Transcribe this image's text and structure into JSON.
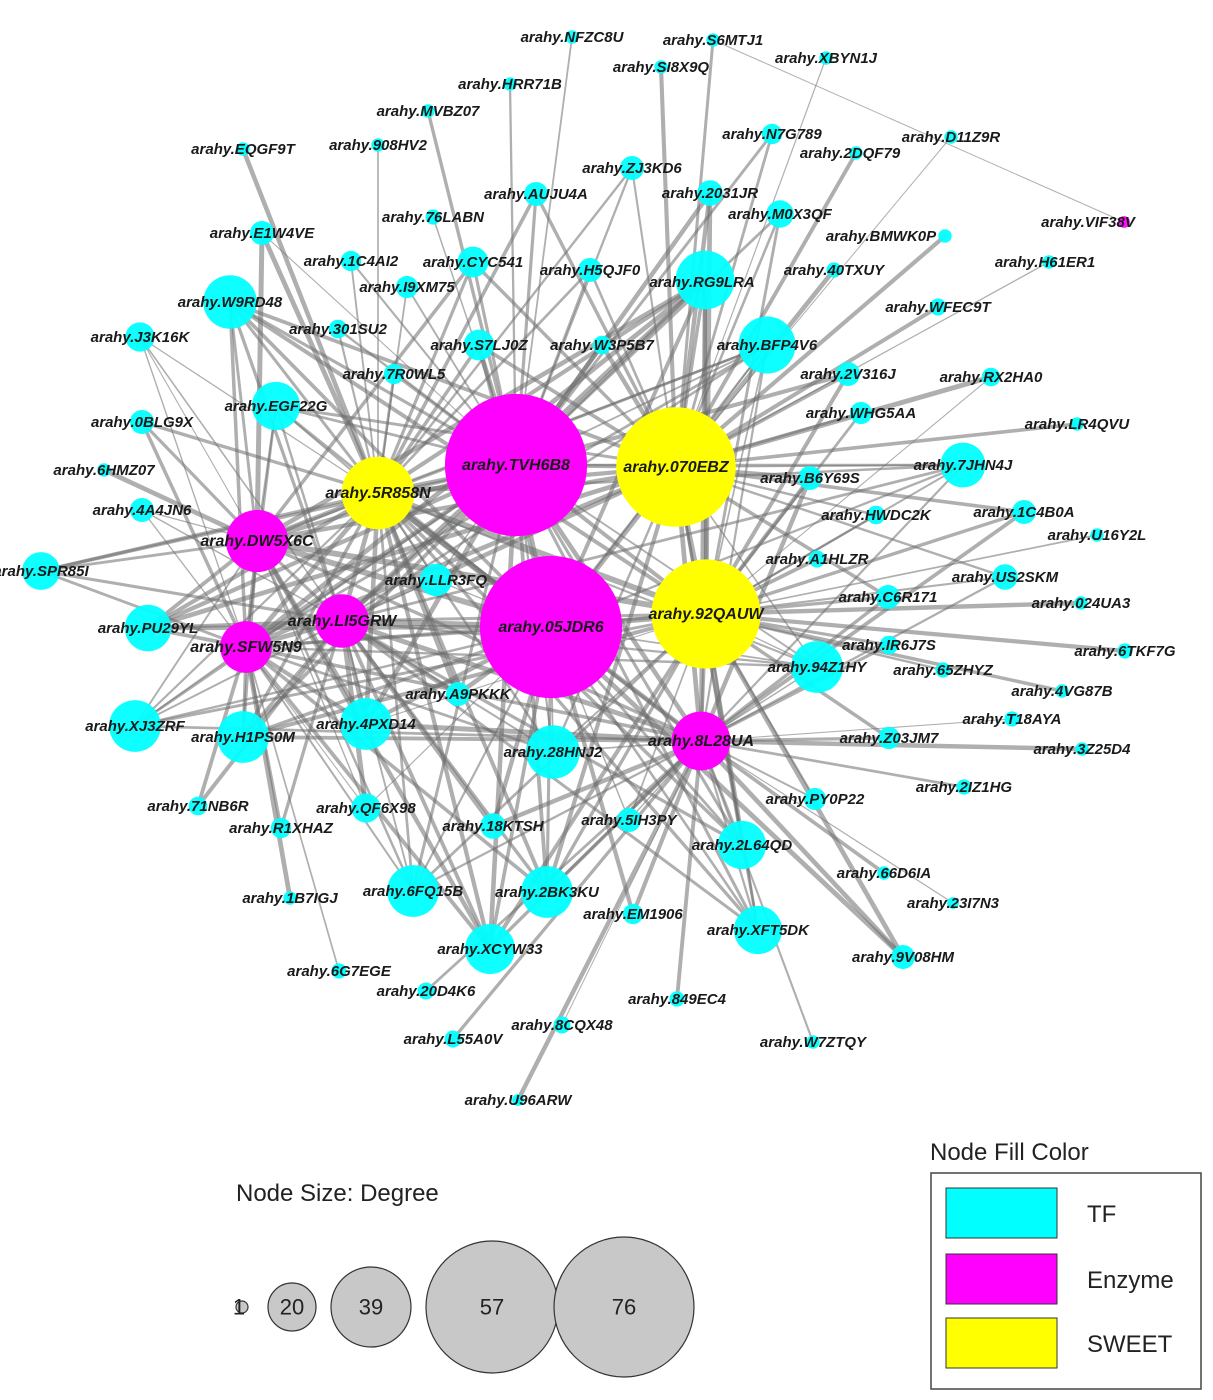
{
  "colors": {
    "TF": "#00FFFF",
    "Enzyme": "#FF00FF",
    "SWEET": "#FFFF00",
    "size_legend_fill": "#C8C8C8",
    "edge": "#6e6e6e"
  },
  "nodes": [
    {
      "id": "arahy.NFZC8U",
      "type": "TF",
      "degree": 2
    },
    {
      "id": "arahy.S6MTJ1",
      "type": "TF",
      "degree": 2
    },
    {
      "id": "arahy.SI8X9Q",
      "type": "TF",
      "degree": 2
    },
    {
      "id": "arahy.XBYN1J",
      "type": "TF",
      "degree": 2
    },
    {
      "id": "arahy.HRR71B",
      "type": "TF",
      "degree": 2
    },
    {
      "id": "arahy.MVBZ07",
      "type": "TF",
      "degree": 2
    },
    {
      "id": "arahy.EQGF9T",
      "type": "TF",
      "degree": 2
    },
    {
      "id": "arahy.908HV2",
      "type": "TF",
      "degree": 2
    },
    {
      "id": "arahy.N7G789",
      "type": "TF",
      "degree": 6
    },
    {
      "id": "arahy.2DQF79",
      "type": "TF",
      "degree": 2
    },
    {
      "id": "arahy.D11Z9R",
      "type": "TF",
      "degree": 2
    },
    {
      "id": "arahy.ZJ3KD6",
      "type": "TF",
      "degree": 8
    },
    {
      "id": "arahy.AUJU4A",
      "type": "TF",
      "degree": 8
    },
    {
      "id": "arahy.2031JR",
      "type": "TF",
      "degree": 9
    },
    {
      "id": "arahy.76LABN",
      "type": "TF",
      "degree": 3
    },
    {
      "id": "arahy.M0X3QF",
      "type": "TF",
      "degree": 10
    },
    {
      "id": "arahy.VIF38V",
      "type": "Enzyme",
      "degree": 1
    },
    {
      "id": "arahy.E1W4VE",
      "type": "TF",
      "degree": 8
    },
    {
      "id": "arahy.1C4AI2",
      "type": "TF",
      "degree": 6
    },
    {
      "id": "arahy.CYC541",
      "type": "TF",
      "degree": 12
    },
    {
      "id": "arahy.BMWK0P",
      "type": "TF",
      "degree": 2
    },
    {
      "id": "arahy.H61ER1",
      "type": "TF",
      "degree": 2
    },
    {
      "id": "arahy.H5QJF0",
      "type": "TF",
      "degree": 8
    },
    {
      "id": "arahy.RG9LRA",
      "type": "TF",
      "degree": 28
    },
    {
      "id": "arahy.40TXUY",
      "type": "TF",
      "degree": 3
    },
    {
      "id": "arahy.I9XM75",
      "type": "TF",
      "degree": 7
    },
    {
      "id": "arahy.W9RD48",
      "type": "TF",
      "degree": 25
    },
    {
      "id": "arahy.WFEC9T",
      "type": "TF",
      "degree": 4
    },
    {
      "id": "arahy.J3K16K",
      "type": "TF",
      "degree": 11
    },
    {
      "id": "arahy.301SU2",
      "type": "TF",
      "degree": 5
    },
    {
      "id": "arahy.S7LJ0Z",
      "type": "TF",
      "degree": 12
    },
    {
      "id": "arahy.W3P5B7",
      "type": "TF",
      "degree": 5
    },
    {
      "id": "arahy.BFP4V6",
      "type": "TF",
      "degree": 27
    },
    {
      "id": "arahy.7R0WL5",
      "type": "TF",
      "degree": 6
    },
    {
      "id": "arahy.2V316J",
      "type": "TF",
      "degree": 8
    },
    {
      "id": "arahy.RX2HA0",
      "type": "TF",
      "degree": 5
    },
    {
      "id": "arahy.EGF22G",
      "type": "TF",
      "degree": 22
    },
    {
      "id": "arahy.0BLG9X",
      "type": "TF",
      "degree": 8
    },
    {
      "id": "arahy.TVH6B8",
      "type": "Enzyme",
      "degree": 76
    },
    {
      "id": "arahy.070EBZ",
      "type": "SWEET",
      "degree": 63
    },
    {
      "id": "arahy.WHG5AA",
      "type": "TF",
      "degree": 7
    },
    {
      "id": "arahy.LR4QVU",
      "type": "TF",
      "degree": 2
    },
    {
      "id": "arahy.6HMZ07",
      "type": "TF",
      "degree": 2
    },
    {
      "id": "arahy.7JHN4J",
      "type": "TF",
      "degree": 20
    },
    {
      "id": "arahy.5R858N",
      "type": "SWEET",
      "degree": 36
    },
    {
      "id": "arahy.B6Y69S",
      "type": "TF",
      "degree": 8
    },
    {
      "id": "arahy.4A4JN6",
      "type": "TF",
      "degree": 8
    },
    {
      "id": "arahy.HWDC2K",
      "type": "TF",
      "degree": 5
    },
    {
      "id": "arahy.1C4B0A",
      "type": "TF",
      "degree": 8
    },
    {
      "id": "arahy.DW5X6C",
      "type": "Enzyme",
      "degree": 30
    },
    {
      "id": "arahy.U16Y2L",
      "type": "TF",
      "degree": 2
    },
    {
      "id": "arahy.SPR85I",
      "type": "TF",
      "degree": 16
    },
    {
      "id": "arahy.A1HLZR",
      "type": "TF",
      "degree": 4
    },
    {
      "id": "arahy.LLR3FQ",
      "type": "TF",
      "degree": 13
    },
    {
      "id": "arahy.US2SKM",
      "type": "TF",
      "degree": 9
    },
    {
      "id": "arahy.C6R171",
      "type": "TF",
      "degree": 8
    },
    {
      "id": "arahy.024UA3",
      "type": "TF",
      "degree": 2
    },
    {
      "id": "arahy.05JDR6",
      "type": "Enzyme",
      "degree": 76
    },
    {
      "id": "arahy.92QAUW",
      "type": "SWEET",
      "degree": 57
    },
    {
      "id": "arahy.PU29YL",
      "type": "TF",
      "degree": 21
    },
    {
      "id": "arahy.LI5GRW",
      "type": "Enzyme",
      "degree": 25
    },
    {
      "id": "arahy.SFW5N9",
      "type": "Enzyme",
      "degree": 24
    },
    {
      "id": "arahy.IR6J7S",
      "type": "TF",
      "degree": 5
    },
    {
      "id": "arahy.6TKF7G",
      "type": "TF",
      "degree": 3
    },
    {
      "id": "arahy.94Z1HY",
      "type": "TF",
      "degree": 24
    },
    {
      "id": "arahy.65ZHYZ",
      "type": "TF",
      "degree": 3
    },
    {
      "id": "arahy.4VG87B",
      "type": "TF",
      "degree": 2
    },
    {
      "id": "arahy.A9PKKK",
      "type": "TF",
      "degree": 8
    },
    {
      "id": "arahy.XJ3ZRF",
      "type": "TF",
      "degree": 24
    },
    {
      "id": "arahy.H1PS0M",
      "type": "TF",
      "degree": 24
    },
    {
      "id": "arahy.4PXD14",
      "type": "TF",
      "degree": 24
    },
    {
      "id": "arahy.T18AYA",
      "type": "TF",
      "degree": 3
    },
    {
      "id": "arahy.8L28UA",
      "type": "Enzyme",
      "degree": 28
    },
    {
      "id": "arahy.Z03JM7",
      "type": "TF",
      "degree": 7
    },
    {
      "id": "arahy.3Z25D4",
      "type": "TF",
      "degree": 2
    },
    {
      "id": "arahy.28HNJ2",
      "type": "TF",
      "degree": 25
    },
    {
      "id": "arahy.2IZ1HG",
      "type": "TF",
      "degree": 3
    },
    {
      "id": "arahy.71NB6R",
      "type": "TF",
      "degree": 5
    },
    {
      "id": "arahy.QF6X98",
      "type": "TF",
      "degree": 11
    },
    {
      "id": "arahy.PY0P22",
      "type": "TF",
      "degree": 7
    },
    {
      "id": "arahy.R1XHAZ",
      "type": "TF",
      "degree": 6
    },
    {
      "id": "arahy.18KTSH",
      "type": "TF",
      "degree": 9
    },
    {
      "id": "arahy.5IH3PY",
      "type": "TF",
      "degree": 8
    },
    {
      "id": "arahy.2L64QD",
      "type": "TF",
      "degree": 22
    },
    {
      "id": "arahy.66D6IA",
      "type": "TF",
      "degree": 2
    },
    {
      "id": "arahy.1B7IGJ",
      "type": "TF",
      "degree": 2
    },
    {
      "id": "arahy.6FQ15B",
      "type": "TF",
      "degree": 24
    },
    {
      "id": "arahy.2BK3KU",
      "type": "TF",
      "degree": 24
    },
    {
      "id": "arahy.EM1906",
      "type": "TF",
      "degree": 6
    },
    {
      "id": "arahy.23I7N3",
      "type": "TF",
      "degree": 1
    },
    {
      "id": "arahy.XFT5DK",
      "type": "TF",
      "degree": 22
    },
    {
      "id": "arahy.XCYW33",
      "type": "TF",
      "degree": 23
    },
    {
      "id": "arahy.9V08HM",
      "type": "TF",
      "degree": 8
    },
    {
      "id": "arahy.6G7EGE",
      "type": "TF",
      "degree": 3
    },
    {
      "id": "arahy.20D4K6",
      "type": "TF",
      "degree": 4
    },
    {
      "id": "arahy.849EC4",
      "type": "TF",
      "degree": 3
    },
    {
      "id": "arahy.8CQX48",
      "type": "TF",
      "degree": 4
    },
    {
      "id": "arahy.W7ZTQY",
      "type": "TF",
      "degree": 2
    },
    {
      "id": "arahy.L55A0V",
      "type": "TF",
      "degree": 4
    },
    {
      "id": "arahy.U96ARW",
      "type": "TF",
      "degree": 1
    }
  ],
  "hubs": [
    "arahy.TVH6B8",
    "arahy.05JDR6",
    "arahy.070EBZ",
    "arahy.92QAUW",
    "arahy.5R858N",
    "arahy.DW5X6C",
    "arahy.LI5GRW",
    "arahy.SFW5N9",
    "arahy.8L28UA"
  ],
  "size_legend": {
    "title": "Node Size:  Degree",
    "values": [
      "1",
      "20",
      "39",
      "57",
      "76"
    ]
  },
  "color_legend": {
    "title": "Node Fill Color",
    "items": [
      {
        "label": "TF",
        "color": "#00FFFF"
      },
      {
        "label": "Enzyme",
        "color": "#FF00FF"
      },
      {
        "label": "SWEET",
        "color": "#FFFF00"
      }
    ]
  }
}
